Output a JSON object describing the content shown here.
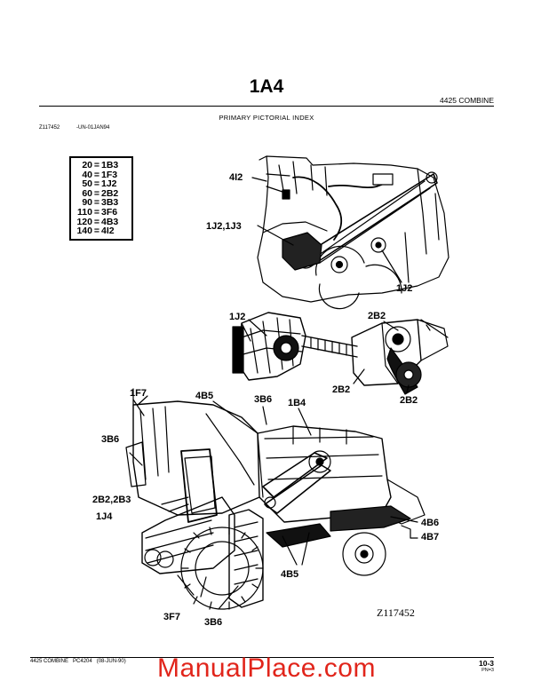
{
  "header": {
    "page_number": "1A4",
    "section_title": "4425 COMBINE",
    "index_title": "PRIMARY PICTORIAL INDEX",
    "figure_id": "Z117452",
    "figure_date": "-UN-01JAN94"
  },
  "legend": [
    {
      "key": "20",
      "value": "1B3"
    },
    {
      "key": "40",
      "value": "1F3"
    },
    {
      "key": "50",
      "value": "1J2"
    },
    {
      "key": "60",
      "value": "2B2"
    },
    {
      "key": "90",
      "value": "3B3"
    },
    {
      "key": "110",
      "value": "3F6"
    },
    {
      "key": "120",
      "value": "4B3"
    },
    {
      "key": "140",
      "value": "4I2"
    }
  ],
  "callouts": {
    "c_4i2": "4I2",
    "c_1j2_1j3": "1J2,1J3",
    "c_1j2_right": "1J2",
    "c_1j2_upper": "1J2",
    "c_2b2_top": "2B2",
    "c_2b2_left": "2B2",
    "c_2b2_right": "2B2",
    "c_1f7": "1F7",
    "c_4b5_top": "4B5",
    "c_3b6_top": "3B6",
    "c_1b4": "1B4",
    "c_3b6_left": "3B6",
    "c_2b2_2b3": "2B2,2B3",
    "c_1j4": "1J4",
    "c_4b6": "4B6",
    "c_4b7": "4B7",
    "c_3f7": "3F7",
    "c_3b6_bottom": "3B6",
    "c_4b5_bottom": "4B5",
    "drawing_id": "Z117452"
  },
  "footer": {
    "left": "4425 COMBINE   PC4204   (08-JUN-90)",
    "page": "10-3",
    "pn": "PN=3"
  },
  "watermark": "ManualPlace.com"
}
